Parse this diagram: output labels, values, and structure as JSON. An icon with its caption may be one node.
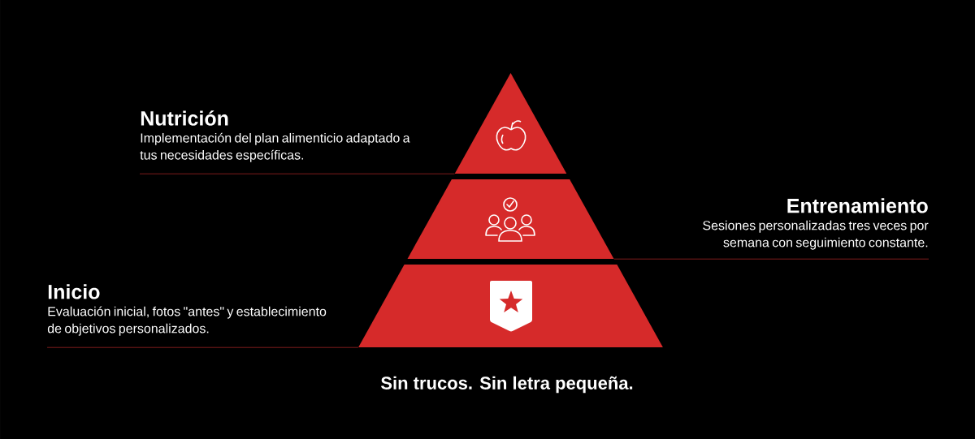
{
  "diagram": {
    "caption": "Sin trucos. Sin letra pequeña.",
    "nodes": [
      {
        "text": [
          "Nutrición",
          "Implementación del plan alimenticio adaptado a tus necesidades específicas."
        ]
      },
      {
        "text": [],
        "shape": "triangle"
      },
      {
        "text": [
          "Entrenamiento",
          "Sesiones personalizadas tres veces por semana con seguimiento constante."
        ]
      },
      {
        "text": [],
        "shape": "trapezoid"
      },
      {
        "text": [
          "Inicio",
          "Evaluación inicial, fotos \"antes\" y establecimiento de objetivos personalizados."
        ]
      },
      {
        "text": [],
        "shape": "trapezoid"
      }
    ],
    "edges": [
      {
        "from": 0,
        "to": 1,
        "arrow": "none"
      },
      {
        "from": 2,
        "to": 3,
        "arrow": "none"
      },
      {
        "from": 4,
        "to": 5,
        "arrow": "none"
      }
    ]
  }
}
